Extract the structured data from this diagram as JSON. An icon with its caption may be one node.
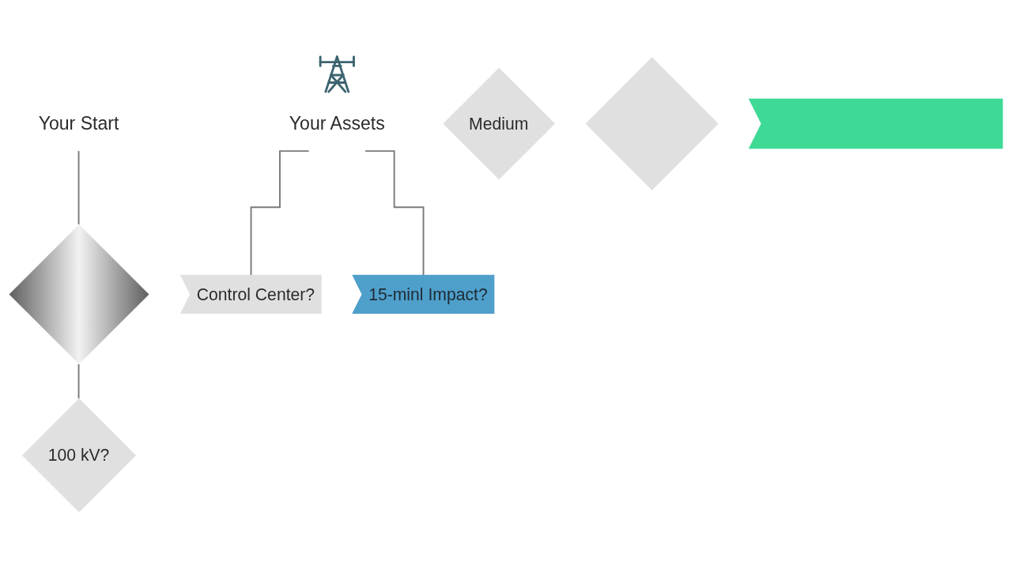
{
  "diagram": {
    "nodes": [
      {
        "text": [
          "Your Start"
        ]
      },
      {
        "text": [
          "Your Assets"
        ]
      },
      {
        "text": [],
        "shape": "diamond"
      },
      {
        "text": [
          "100 kV?"
        ]
      },
      {
        "text": [
          "Control Center?"
        ]
      },
      {
        "text": [
          "Medium"
        ]
      },
      {
        "text": [
          "15-minl Impact?"
        ]
      },
      {
        "text": [],
        "shape": "diamond"
      },
      {
        "text": [],
        "shape": "bar"
      }
    ],
    "edges": [
      {
        "from": 0,
        "to": 2,
        "arrow": "none"
      },
      {
        "from": 2,
        "to": 3,
        "arrow": "none"
      },
      {
        "from": 1,
        "to": 4,
        "arrow": "none"
      },
      {
        "from": 1,
        "to": 6,
        "arrow": "none"
      }
    ]
  }
}
